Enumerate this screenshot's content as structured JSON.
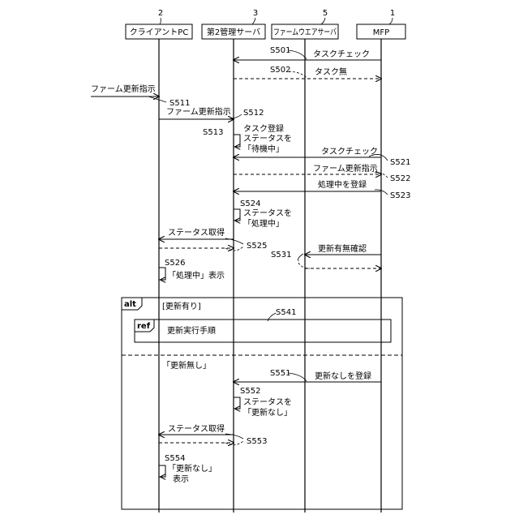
{
  "participants": [
    {
      "num": "2",
      "name": "クライアントPC"
    },
    {
      "num": "3",
      "name": "第2管理サーバ"
    },
    {
      "num": "5",
      "name": "ファームウエアサーバ"
    },
    {
      "num": "1",
      "name": "MFP"
    }
  ],
  "messages": {
    "m501": "タスクチェック",
    "m502": "タスク無",
    "m_update_instr": "ファーム更新指示",
    "m512": "ファーム更新指示",
    "m521": "タスクチェック",
    "m522": "ファーム更新指示",
    "m523": "処理中を登録",
    "m525": "ステータス取得",
    "m531": "更新有無確認",
    "m551": "更新なしを登録",
    "m553": "ステータス取得"
  },
  "notes": {
    "n513": [
      "タスク登録",
      "ステータスを",
      "「待機中」"
    ],
    "n524": [
      "ステータスを",
      "「処理中」"
    ],
    "n526": "「処理中」表示",
    "n552": [
      "ステータスを",
      "「更新なし」"
    ],
    "n554": [
      "「更新なし」",
      "表示"
    ]
  },
  "steps": {
    "s501": "S501",
    "s502": "S502",
    "s511": "S511",
    "s512": "S512",
    "s513": "S513",
    "s521": "S521",
    "s522": "S522",
    "s523": "S523",
    "s524": "S524",
    "s525": "S525",
    "s526": "S526",
    "s531": "S531",
    "s541": "S541",
    "s551": "S551",
    "s552": "S552",
    "s553": "S553",
    "s554": "S554"
  },
  "alt": {
    "tag": "alt",
    "guard1": "[更新有り]",
    "ref_tag": "ref",
    "ref_text": "更新実行手順",
    "guard2": "「更新無し」"
  }
}
